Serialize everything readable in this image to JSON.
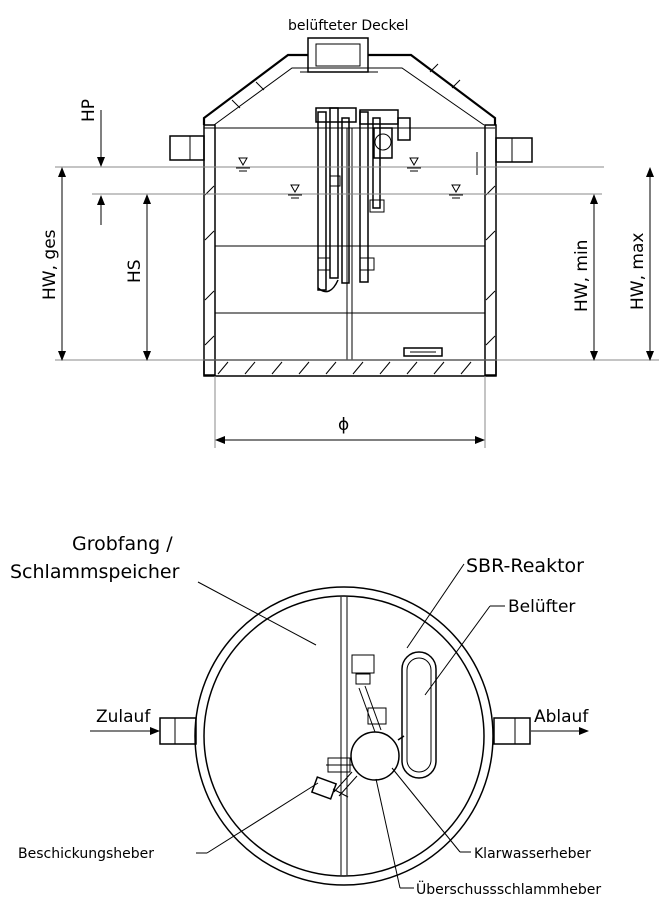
{
  "section_view": {
    "top_label": "belüfteter Deckel",
    "dim_hp": "HP",
    "dim_hw_ges": "HW, ges",
    "dim_hs": "HS",
    "dim_hw_min": "HW, min",
    "dim_hw_max": "HW, max",
    "dim_diameter": "ϕ"
  },
  "plan_view": {
    "grobfang_line1": "Grobfang /",
    "grobfang_line2": "Schlammspeicher",
    "sbr_reaktor": "SBR-Reaktor",
    "belufter": "Belüfter",
    "zulauf": "Zulauf",
    "ablauf": "Ablauf",
    "beschickungsheber": "Beschickungsheber",
    "klarwasserheber": "Klarwasserheber",
    "ueberschussschlammheber": "Überschussschlammheber"
  }
}
